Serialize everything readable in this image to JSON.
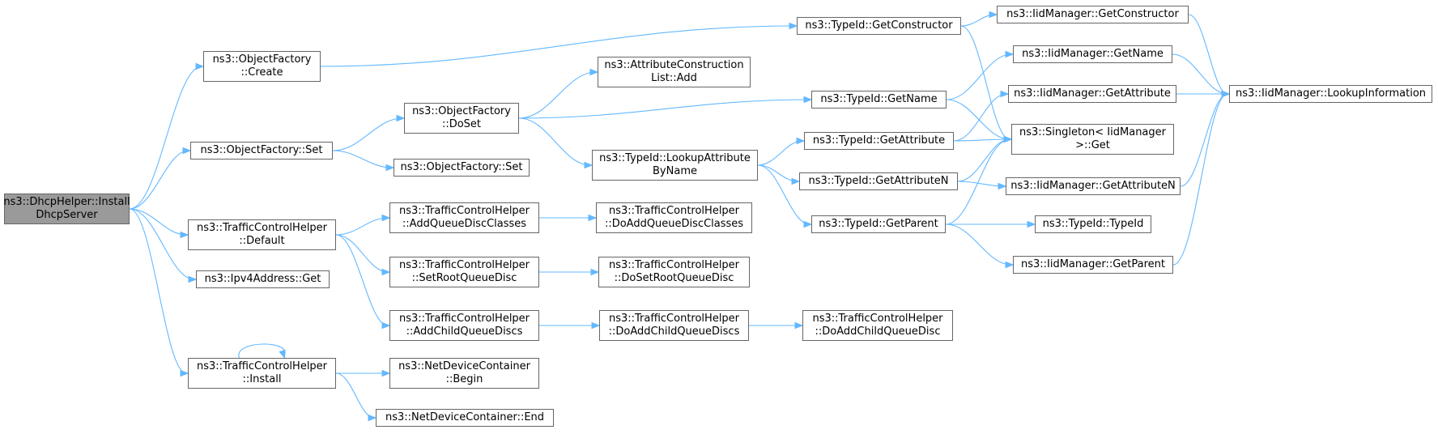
{
  "graph": {
    "nodes": [
      {
        "id": "root",
        "lines": [
          "ns3::DhcpHelper::Install",
          "DhcpServer"
        ],
        "root": true
      },
      {
        "id": "ofCreate",
        "lines": [
          "ns3::ObjectFactory",
          "::Create"
        ]
      },
      {
        "id": "ofSet1",
        "lines": [
          "ns3::ObjectFactory::Set"
        ]
      },
      {
        "id": "tchDefault",
        "lines": [
          "ns3::TrafficControlHelper",
          "::Default"
        ]
      },
      {
        "id": "ipv4Get",
        "lines": [
          "ns3::Ipv4Address::Get"
        ]
      },
      {
        "id": "tchInstall",
        "lines": [
          "ns3::TrafficControlHelper",
          "::Install"
        ]
      },
      {
        "id": "ofDoSet",
        "lines": [
          "ns3::ObjectFactory",
          "::DoSet"
        ]
      },
      {
        "id": "ofSet2",
        "lines": [
          "ns3::ObjectFactory::Set"
        ]
      },
      {
        "id": "tchAddQDC",
        "lines": [
          "ns3::TrafficControlHelper",
          "::AddQueueDiscClasses"
        ]
      },
      {
        "id": "tchSetRoot",
        "lines": [
          "ns3::TrafficControlHelper",
          "::SetRootQueueDisc"
        ]
      },
      {
        "id": "tchAddChild",
        "lines": [
          "ns3::TrafficControlHelper",
          "::AddChildQueueDiscs"
        ]
      },
      {
        "id": "ndcBegin",
        "lines": [
          "ns3::NetDeviceContainer",
          "::Begin"
        ]
      },
      {
        "id": "ndcEnd",
        "lines": [
          "ns3::NetDeviceContainer::End"
        ]
      },
      {
        "id": "aclAdd",
        "lines": [
          "ns3::AttributeConstruction",
          "List::Add"
        ]
      },
      {
        "id": "tidLookupAttr",
        "lines": [
          "ns3::TypeId::LookupAttribute",
          "ByName"
        ]
      },
      {
        "id": "tchDoAddQDC",
        "lines": [
          "ns3::TrafficControlHelper",
          "::DoAddQueueDiscClasses"
        ]
      },
      {
        "id": "tchDoSetRoot",
        "lines": [
          "ns3::TrafficControlHelper",
          "::DoSetRootQueueDisc"
        ]
      },
      {
        "id": "tchDoAddChilds",
        "lines": [
          "ns3::TrafficControlHelper",
          "::DoAddChildQueueDiscs"
        ]
      },
      {
        "id": "tchDoAddChild",
        "lines": [
          "ns3::TrafficControlHelper",
          "::DoAddChildQueueDisc"
        ]
      },
      {
        "id": "tidGetCtor",
        "lines": [
          "ns3::TypeId::GetConstructor"
        ]
      },
      {
        "id": "tidGetName",
        "lines": [
          "ns3::TypeId::GetName"
        ]
      },
      {
        "id": "tidGetAttr",
        "lines": [
          "ns3::TypeId::GetAttribute"
        ]
      },
      {
        "id": "tidGetAttrN",
        "lines": [
          "ns3::TypeId::GetAttributeN"
        ]
      },
      {
        "id": "tidGetParent",
        "lines": [
          "ns3::TypeId::GetParent"
        ]
      },
      {
        "id": "iidGetCtor",
        "lines": [
          "ns3::IidManager::GetConstructor"
        ]
      },
      {
        "id": "iidGetName",
        "lines": [
          "ns3::IidManager::GetName"
        ]
      },
      {
        "id": "iidGetAttr",
        "lines": [
          "ns3::IidManager::GetAttribute"
        ]
      },
      {
        "id": "singletonGet",
        "lines": [
          "ns3::Singleton< IidManager",
          " >::Get"
        ]
      },
      {
        "id": "iidGetAttrN",
        "lines": [
          "ns3::IidManager::GetAttributeN"
        ]
      },
      {
        "id": "tidTypeId",
        "lines": [
          "ns3::TypeId::TypeId"
        ]
      },
      {
        "id": "iidGetParent",
        "lines": [
          "ns3::IidManager::GetParent"
        ]
      },
      {
        "id": "iidLookupInfo",
        "lines": [
          "ns3::IidManager::LookupInformation"
        ]
      }
    ],
    "edges": [
      [
        "root",
        "ofCreate"
      ],
      [
        "root",
        "ofSet1"
      ],
      [
        "root",
        "tchDefault"
      ],
      [
        "root",
        "ipv4Get"
      ],
      [
        "root",
        "tchInstall"
      ],
      [
        "ofCreate",
        "tidGetCtor"
      ],
      [
        "ofSet1",
        "ofDoSet"
      ],
      [
        "ofSet1",
        "ofSet2"
      ],
      [
        "ofDoSet",
        "aclAdd"
      ],
      [
        "ofDoSet",
        "tidGetName"
      ],
      [
        "ofDoSet",
        "tidLookupAttr"
      ],
      [
        "tchDefault",
        "tchAddQDC"
      ],
      [
        "tchDefault",
        "tchSetRoot"
      ],
      [
        "tchDefault",
        "tchAddChild"
      ],
      [
        "tchAddQDC",
        "tchDoAddQDC"
      ],
      [
        "tchSetRoot",
        "tchDoSetRoot"
      ],
      [
        "tchAddChild",
        "tchDoAddChilds"
      ],
      [
        "tchDoAddChilds",
        "tchDoAddChild"
      ],
      [
        "tchInstall",
        "tchInstall"
      ],
      [
        "tchInstall",
        "ndcBegin"
      ],
      [
        "tchInstall",
        "ndcEnd"
      ],
      [
        "tidLookupAttr",
        "tidGetAttr"
      ],
      [
        "tidLookupAttr",
        "tidGetAttrN"
      ],
      [
        "tidLookupAttr",
        "tidGetParent"
      ],
      [
        "tidGetCtor",
        "iidGetCtor"
      ],
      [
        "tidGetCtor",
        "singletonGet"
      ],
      [
        "tidGetName",
        "iidGetName"
      ],
      [
        "tidGetName",
        "singletonGet"
      ],
      [
        "tidGetAttr",
        "iidGetAttr"
      ],
      [
        "tidGetAttr",
        "singletonGet"
      ],
      [
        "tidGetAttrN",
        "singletonGet"
      ],
      [
        "tidGetAttrN",
        "iidGetAttrN"
      ],
      [
        "tidGetParent",
        "singletonGet"
      ],
      [
        "tidGetParent",
        "tidTypeId"
      ],
      [
        "tidGetParent",
        "iidGetParent"
      ],
      [
        "iidGetCtor",
        "iidLookupInfo"
      ],
      [
        "iidGetName",
        "iidLookupInfo"
      ],
      [
        "iidGetAttr",
        "iidLookupInfo"
      ],
      [
        "iidGetAttrN",
        "iidLookupInfo"
      ],
      [
        "iidGetParent",
        "iidLookupInfo"
      ]
    ],
    "colors": {
      "edge": "#63b8ff",
      "node_border": "#666666",
      "root_fill": "#9a9a9a",
      "node_fill": "#ffffff"
    }
  }
}
